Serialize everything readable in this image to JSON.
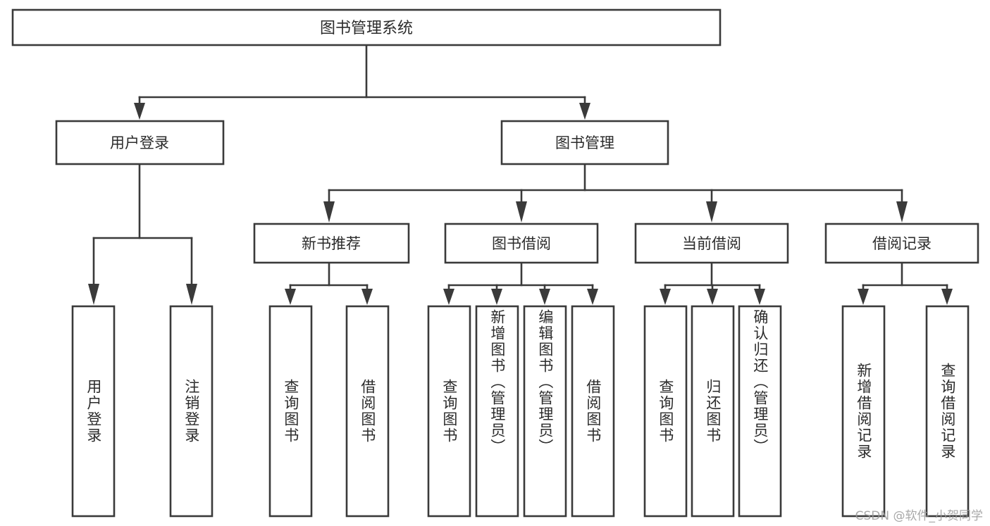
{
  "diagram": {
    "type": "tree",
    "title": "图书管理系统",
    "watermark": "CSDN @软件_小贺同学",
    "colors": {
      "background": "#ffffff",
      "stroke": "#3a3a3a",
      "text": "#2b2b2b",
      "watermark": "#9a9a9a"
    },
    "root": {
      "label": "图书管理系统"
    },
    "level1": [
      {
        "label": "用户登录"
      },
      {
        "label": "图书管理"
      }
    ],
    "level2": [
      {
        "label": "新书推荐"
      },
      {
        "label": "图书借阅"
      },
      {
        "label": "当前借阅"
      },
      {
        "label": "借阅记录"
      }
    ],
    "leaves": {
      "user_login": [
        {
          "label": "用户登录"
        },
        {
          "label": "注销登录"
        }
      ],
      "new_book_recommend": [
        {
          "label": "查询图书"
        },
        {
          "label": "借阅图书"
        }
      ],
      "book_borrow": [
        {
          "label": "查询图书"
        },
        {
          "label": "新增图书（管理员）"
        },
        {
          "label": "编辑图书（管理员）"
        },
        {
          "label": "借阅图书"
        }
      ],
      "current_borrow": [
        {
          "label": "查询图书"
        },
        {
          "label": "归还图书"
        },
        {
          "label": "确认归还（管理员）"
        }
      ],
      "borrow_record": [
        {
          "label": "新增借阅记录"
        },
        {
          "label": "查询借阅记录"
        }
      ]
    }
  }
}
